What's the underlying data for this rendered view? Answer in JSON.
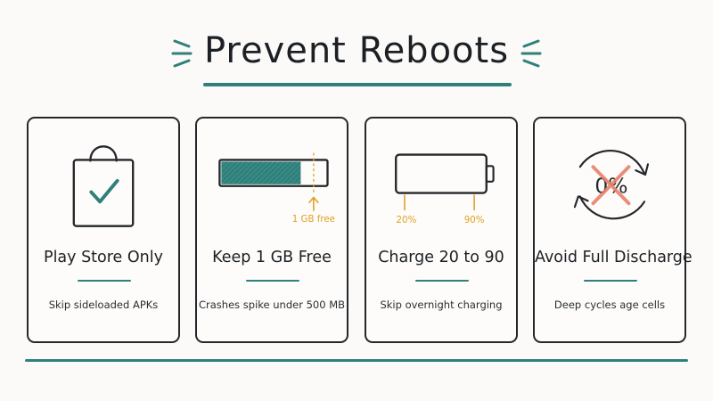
{
  "header": {
    "title": "Prevent Reboots"
  },
  "colors": {
    "accent": "#2f7f7a",
    "warning": "#e0a020",
    "danger": "#e8826a",
    "ink": "#24272b"
  },
  "cards": [
    {
      "icon": "shopping-bag-check-icon",
      "title": "Play Store Only",
      "subtitle": "Skip sideloaded APKs"
    },
    {
      "icon": "storage-bar-icon",
      "title": "Keep 1 GB Free",
      "subtitle": "Crashes spike under 500 MB",
      "annotation": "1 GB free",
      "fill_fraction": 0.76
    },
    {
      "icon": "battery-icon",
      "title": "Charge 20 to 90",
      "subtitle": "Skip overnight charging",
      "low_label": "20%",
      "high_label": "90%"
    },
    {
      "icon": "no-zero-percent-cycle-icon",
      "title": "Avoid Full Discharge",
      "subtitle": "Deep cycles age cells",
      "symbol": "0%"
    }
  ]
}
